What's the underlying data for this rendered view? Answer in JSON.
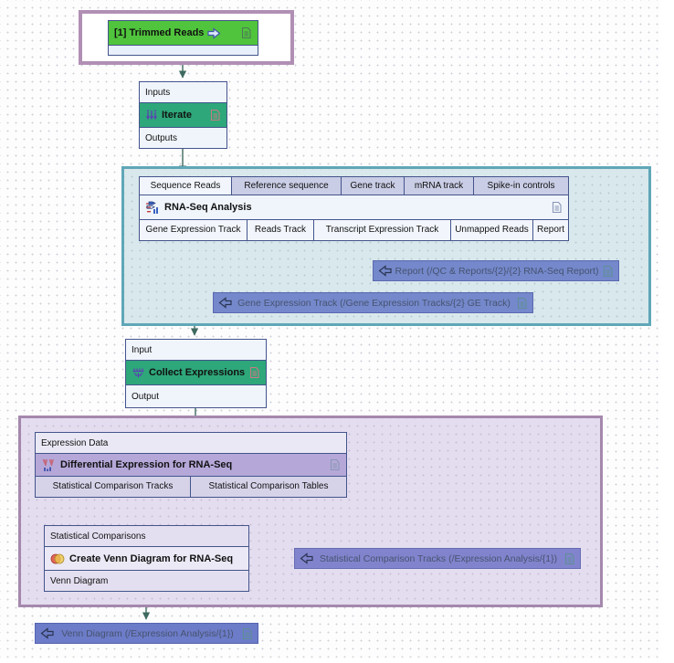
{
  "workflow": {
    "trimmed_reads": {
      "label": "[1] Trimmed Reads"
    },
    "iterate": {
      "inputs_label": "Inputs",
      "name": "Iterate",
      "outputs_label": "Outputs"
    },
    "rnaseq": {
      "name": "RNA-Seq Analysis",
      "input_tabs": [
        "Sequence Reads",
        "Reference sequence",
        "Gene track",
        "mRNA track",
        "Spike-in controls"
      ],
      "output_tabs": [
        "Gene Expression Track",
        "Reads Track",
        "Transcript Expression Track",
        "Unmapped Reads",
        "Report"
      ]
    },
    "report_output": {
      "label": "Report (/QC & Reports/{2}/{2} RNA-Seq Report)"
    },
    "ge_track_output": {
      "label": "Gene Expression Track (/Gene Expression Tracks/{2} GE Track)"
    },
    "collect": {
      "input_label": "Input",
      "name": "Collect Expressions",
      "output_label": "Output"
    },
    "diffexp": {
      "input_label": "Expression Data",
      "name": "Differential Expression for RNA-Seq",
      "output_tabs": [
        "Statistical Comparison Tracks",
        "Statistical Comparison Tables"
      ]
    },
    "venn": {
      "input_label": "Statistical Comparisons",
      "name": "Create Venn Diagram for RNA-Seq",
      "output_label": "Venn Diagram"
    },
    "stat_tracks_output": {
      "label": "Statistical Comparison Tracks (/Expression Analysis/{1})"
    },
    "venn_output": {
      "label": "Venn Diagram (/Expression Analysis/{1})"
    }
  },
  "colors": {
    "input_node_green": "#50c43c",
    "action_node_green": "#2ea77a",
    "teal_group_border": "#5fa7b8",
    "teal_group_fill": "#d9e8ec",
    "purple_group_border": "#a588ad",
    "purple_group_fill": "#e3ddef",
    "mauve_frame_border": "#b18fb4",
    "node_border": "#44548c",
    "diffexp_purple": "#b5a8d9",
    "unconnected_tab": "#c9cde5",
    "output_box_blue": "#7488cb",
    "connector": "#3e6a5f"
  }
}
